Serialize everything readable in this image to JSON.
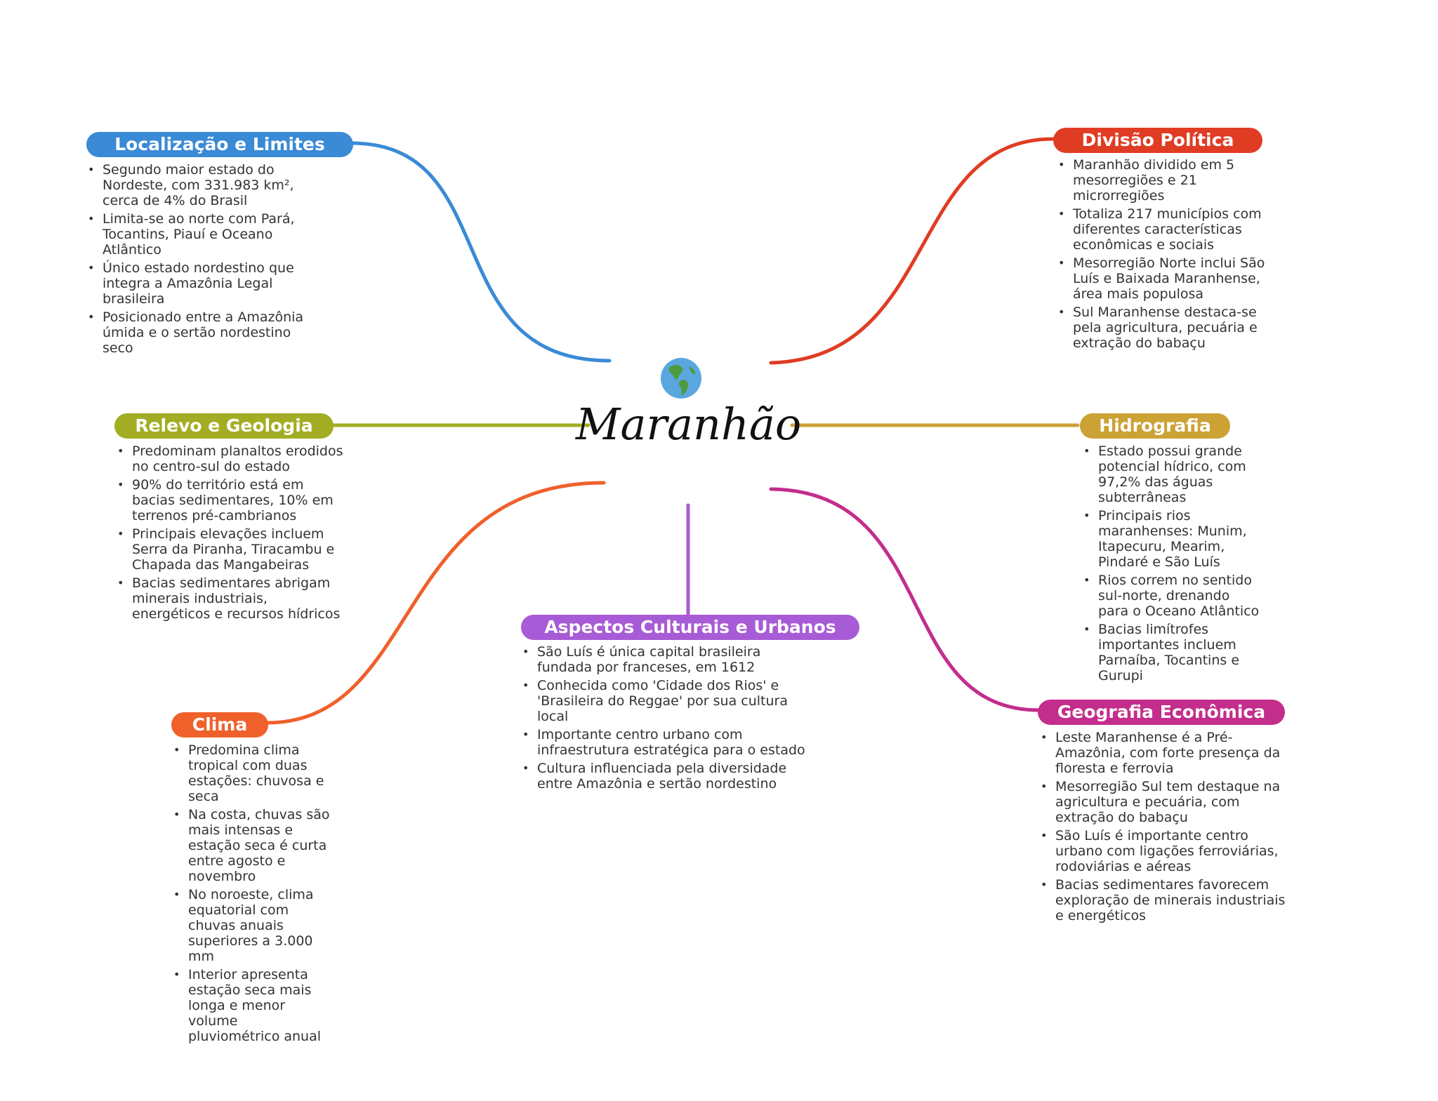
{
  "center": {
    "title": "Maranhão",
    "icon": "globe-icon"
  },
  "topics": {
    "localizacao": {
      "label": "Localização e Limites",
      "color": "#3a8ad6",
      "items": [
        "Segundo maior estado do Nordeste, com 331.983 km², cerca de 4% do Brasil",
        "Limita-se ao norte com Pará, Tocantins, Piauí e Oceano Atlântico",
        "Único estado nordestino que integra a Amazônia Legal brasileira",
        "Posicionado entre a Amazônia úmida e o sertão nordestino seco"
      ]
    },
    "divisao": {
      "label": "Divisão Política",
      "color": "#e03c24",
      "items": [
        "Maranhão dividido em 5 mesorregiões e 21 microrregiões",
        "Totaliza 217 municípios com diferentes características econômicas e sociais",
        "Mesorregião Norte inclui São Luís e Baixada Maranhense, área mais populosa",
        "Sul Maranhense destaca-se pela agricultura, pecuária e extração do babaçu"
      ]
    },
    "relevo": {
      "label": "Relevo e Geologia",
      "color": "#a3ad23",
      "items": [
        "Predominam planaltos erodidos no centro-sul do estado",
        "90% do território está em bacias sedimentares, 10% em terrenos pré-cambrianos",
        "Principais elevações incluem Serra da Piranha, Tiracambu e Chapada das Mangabeiras",
        "Bacias sedimentares abrigam minerais industriais, energéticos e recursos hídricos"
      ]
    },
    "hidrografia": {
      "label": "Hidrografia",
      "color": "#cca235",
      "items": [
        "Estado possui grande potencial hídrico, com 97,2% das águas subterrâneas",
        "Principais rios maranhenses: Munim, Itapecuru, Mearim, Pindaré e São Luís",
        "Rios correm no sentido sul-norte, drenando para o Oceano Atlântico",
        "Bacias limítrofes importantes incluem Parnaíba, Tocantins e Gurupi"
      ]
    },
    "clima": {
      "label": "Clima",
      "color": "#f0602a",
      "items": [
        "Predomina clima tropical com duas estações: chuvosa e seca",
        "Na costa, chuvas são mais intensas e estação seca é curta entre agosto e novembro",
        "No noroeste, clima equatorial com chuvas anuais superiores a 3.000 mm",
        "Interior apresenta estação seca mais longa e menor volume pluviométrico anual"
      ]
    },
    "cultura": {
      "label": "Aspectos Culturais e Urbanos",
      "color": "#a85bd6",
      "items": [
        "São Luís é única capital brasileira fundada por franceses, em 1612",
        "Conhecida como 'Cidade dos Rios' e 'Brasileira do Reggae' por sua cultura local",
        "Importante centro urbano com infraestrutura estratégica para o estado",
        "Cultura influenciada pela diversidade entre Amazônia e sertão nordestino"
      ]
    },
    "economia": {
      "label": "Geografia Econômica",
      "color": "#c32d8c",
      "items": [
        "Leste Maranhense é a Pré-Amazônia, com forte presença da floresta e ferrovia",
        "Mesorregião Sul tem destaque na agricultura e pecuária, com extração do babaçu",
        "São Luís é importante centro urbano com ligações ferroviárias, rodoviárias e aéreas",
        "Bacias sedimentares favorecem exploração de minerais industriais e energéticos"
      ]
    }
  }
}
